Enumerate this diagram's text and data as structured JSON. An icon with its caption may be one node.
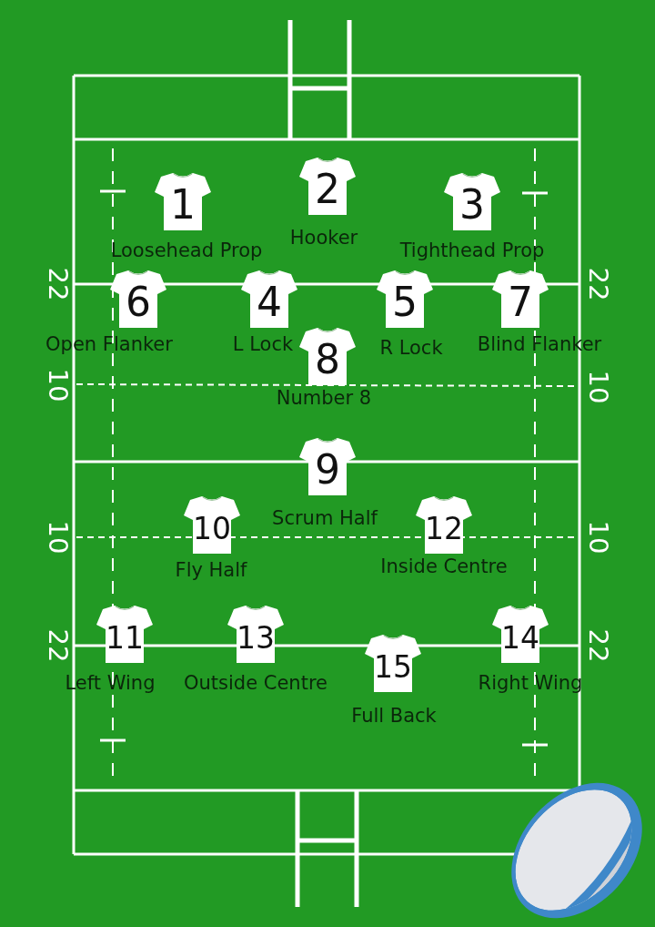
{
  "diagram": {
    "nodes": [
      {
        "text": [
          "1"
        ],
        "beside": [
          "Loosehead Prop"
        ]
      },
      {
        "text": [
          "2"
        ],
        "beside": [
          "Hooker"
        ]
      },
      {
        "text": [
          "3"
        ],
        "beside": [
          "Tighthead Prop"
        ]
      },
      {
        "text": [
          "6"
        ],
        "beside": [
          "Open Flanker"
        ]
      },
      {
        "text": [
          "4"
        ],
        "beside": [
          "L Lock"
        ]
      },
      {
        "text": [
          "5"
        ],
        "beside": [
          "R Lock"
        ]
      },
      {
        "text": [
          "7"
        ],
        "beside": [
          "Blind Flanker"
        ]
      },
      {
        "text": [
          "8"
        ],
        "beside": [
          "Number 8"
        ]
      },
      {
        "text": [
          "9"
        ],
        "beside": [
          "Scrum Half"
        ]
      },
      {
        "text": [
          "10"
        ],
        "beside": [
          "Fly Half"
        ]
      },
      {
        "text": [
          "12"
        ],
        "beside": [
          "Inside Centre"
        ]
      },
      {
        "text": [
          "11"
        ],
        "beside": [
          "Left Wing"
        ]
      },
      {
        "text": [
          "13"
        ],
        "beside": [
          "Outside Centre"
        ]
      },
      {
        "text": [
          "15"
        ],
        "beside": [
          "Full Back"
        ]
      },
      {
        "text": [
          "14"
        ],
        "beside": [
          "Right Wing"
        ]
      }
    ],
    "labels": [
      "22",
      "22",
      "10",
      "10",
      "10",
      "10",
      "22",
      "22"
    ]
  }
}
